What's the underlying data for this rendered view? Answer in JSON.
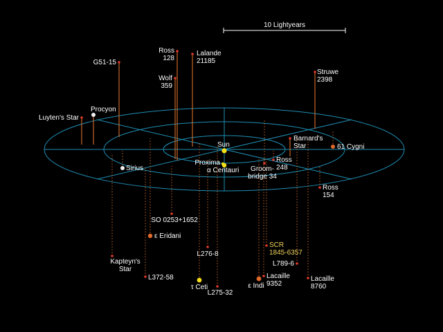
{
  "scale_bar": {
    "label": "10 Lightyears"
  },
  "stars": [
    {
      "id": "sun",
      "lines": [
        "Sun"
      ],
      "color": "#f7e01a",
      "r": 3.6
    },
    {
      "id": "proxima",
      "lines": [
        "Proxima"
      ],
      "color": "#f7e01a",
      "r": 2.2
    },
    {
      "id": "alpha-centauri",
      "lines": [
        "α Centauri"
      ],
      "color": "#f7e01a",
      "r": 3.2
    },
    {
      "id": "ross-128",
      "lines": [
        "Ross",
        "128"
      ],
      "color": "#e03a2a",
      "r": 1.8
    },
    {
      "id": "lalande-21185",
      "lines": [
        "Lalande",
        "21185"
      ],
      "color": "#e03a2a",
      "r": 1.8
    },
    {
      "id": "wolf-359",
      "lines": [
        "Wolf",
        "359"
      ],
      "color": "#e03a2a",
      "r": 1.8
    },
    {
      "id": "g51-15",
      "lines": [
        "G51-15"
      ],
      "color": "#e03a2a",
      "r": 1.8
    },
    {
      "id": "procyon",
      "lines": [
        "Procyon"
      ],
      "color": "#f0f0f0",
      "r": 3.0
    },
    {
      "id": "luytens-star",
      "lines": [
        "Luyten's Star"
      ],
      "color": "#e03a2a",
      "r": 1.8
    },
    {
      "id": "sirius",
      "lines": [
        "Sirius"
      ],
      "color": "#f0f0f0",
      "r": 3.0
    },
    {
      "id": "struwe-2398",
      "lines": [
        "Struwe",
        "2398"
      ],
      "color": "#e03a2a",
      "r": 1.8
    },
    {
      "id": "barnards-star",
      "lines": [
        "Barnard's",
        "Star"
      ],
      "color": "#e03a2a",
      "r": 1.8
    },
    {
      "id": "61-cygni",
      "lines": [
        "61 Cygni"
      ],
      "color": "#e06a2a",
      "r": 3.0
    },
    {
      "id": "ross-248",
      "lines": [
        "Ross",
        "248"
      ],
      "color": "#e03a2a",
      "r": 1.8
    },
    {
      "id": "groombridge-34",
      "lines": [
        "Groom-",
        "bridge 34"
      ],
      "color": "#e03a2a",
      "r": 1.8
    },
    {
      "id": "ross-154",
      "lines": [
        "Ross",
        "154"
      ],
      "color": "#e03a2a",
      "r": 1.8
    },
    {
      "id": "so-0253-1652",
      "lines": [
        "SO 0253+1652"
      ],
      "color": "#e03a2a",
      "r": 1.8
    },
    {
      "id": "epsilon-eridani",
      "lines": [
        "ε Eridani"
      ],
      "color": "#e06a2a",
      "r": 3.2
    },
    {
      "id": "l276-8",
      "lines": [
        "L276-8"
      ],
      "color": "#e03a2a",
      "r": 1.8
    },
    {
      "id": "scr-1845-6357",
      "lines": [
        "SCR",
        "1845-6357"
      ],
      "color": "#e03a2a",
      "r": 1.8,
      "yellow": true
    },
    {
      "id": "l789-6",
      "lines": [
        "L789-6"
      ],
      "color": "#e03a2a",
      "r": 1.8
    },
    {
      "id": "kapteyns-star",
      "lines": [
        "Kapteyn's",
        "Star"
      ],
      "color": "#e03a2a",
      "r": 1.8
    },
    {
      "id": "l372-58",
      "lines": [
        "L372-58"
      ],
      "color": "#e03a2a",
      "r": 1.8
    },
    {
      "id": "tau-ceti",
      "lines": [
        "τ Ceti"
      ],
      "color": "#f7e01a",
      "r": 3.4
    },
    {
      "id": "l275-32",
      "lines": [
        "L275-32"
      ],
      "color": "#e03a2a",
      "r": 1.8
    },
    {
      "id": "epsilon-indi",
      "lines": [
        "ε Indi"
      ],
      "color": "#e06a2a",
      "r": 3.4
    },
    {
      "id": "lacaille-9352",
      "lines": [
        "Lacaille",
        "9352"
      ],
      "color": "#e03a2a",
      "r": 1.8
    },
    {
      "id": "lacaille-8760",
      "lines": [
        "Lacaille",
        "8760"
      ],
      "color": "#e03a2a",
      "r": 1.8
    }
  ]
}
